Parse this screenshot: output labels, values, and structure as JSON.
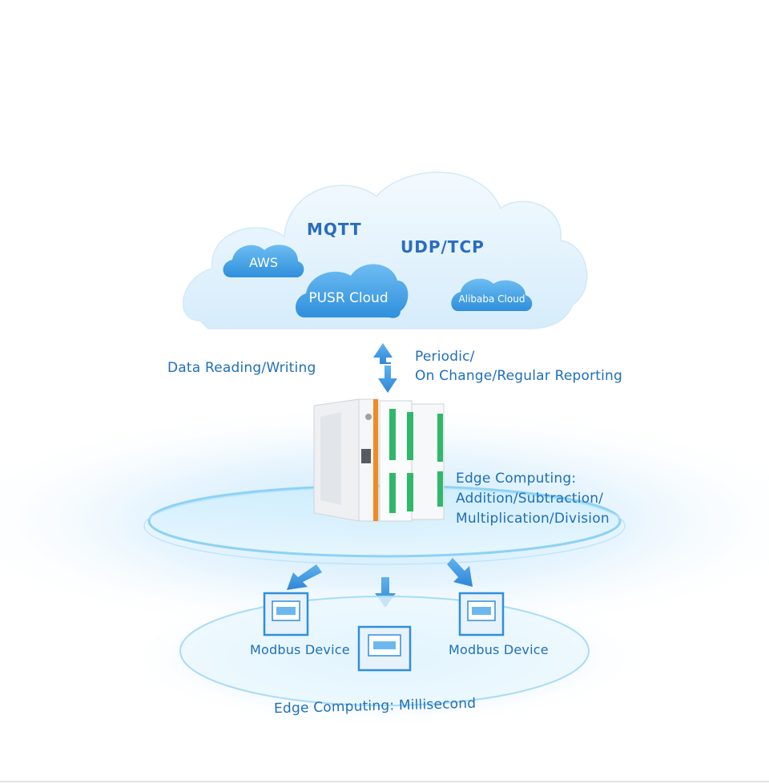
{
  "cloud": {
    "protocols": {
      "mqtt": "MQTT",
      "udp_tcp": "UDP/TCP"
    },
    "platforms": {
      "aws": "AWS",
      "pusr": "PUSR Cloud",
      "alibaba": "Alibaba Cloud"
    }
  },
  "link": {
    "left_label": "Data Reading/Writing",
    "right_label_line1": "Periodic/",
    "right_label_line2": "On Change/Regular Reporting"
  },
  "gateway": {
    "edge_line1": "Edge Computing:",
    "edge_line2": "Addition/Subtraction/",
    "edge_line3": "Multiplication/Division"
  },
  "devices": {
    "left_label": "Modbus Device",
    "right_label": "Modbus Device",
    "bottom_caption": "Edge Computing: Millisecond"
  },
  "colors": {
    "accent": "#1f6fb8",
    "cloud_fill": "#e6f4fd",
    "pill_blue": "#3f9fe6",
    "ring_blue": "#8cd2f5"
  }
}
